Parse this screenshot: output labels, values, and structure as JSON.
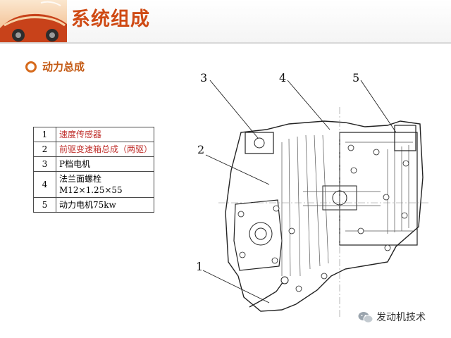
{
  "header": {
    "title": "系统组成"
  },
  "section": {
    "heading": "动力总成"
  },
  "parts_table": {
    "rows": [
      {
        "num": "1",
        "name": "速度传感器"
      },
      {
        "num": "2",
        "name": "前驱变速箱总成（两驱）"
      },
      {
        "num": "3",
        "name": "P档电机"
      },
      {
        "num": "4",
        "name": "法兰面螺栓 M12×1.25×55"
      },
      {
        "num": "5",
        "name": "动力电机75kw"
      }
    ]
  },
  "diagram": {
    "callouts": [
      "1",
      "2",
      "3",
      "4",
      "5"
    ]
  },
  "watermark": {
    "text": "发动机技术"
  },
  "colors": {
    "title": "#cf4a14",
    "accent": "#d66a1c",
    "highlight": "#c0322e"
  }
}
